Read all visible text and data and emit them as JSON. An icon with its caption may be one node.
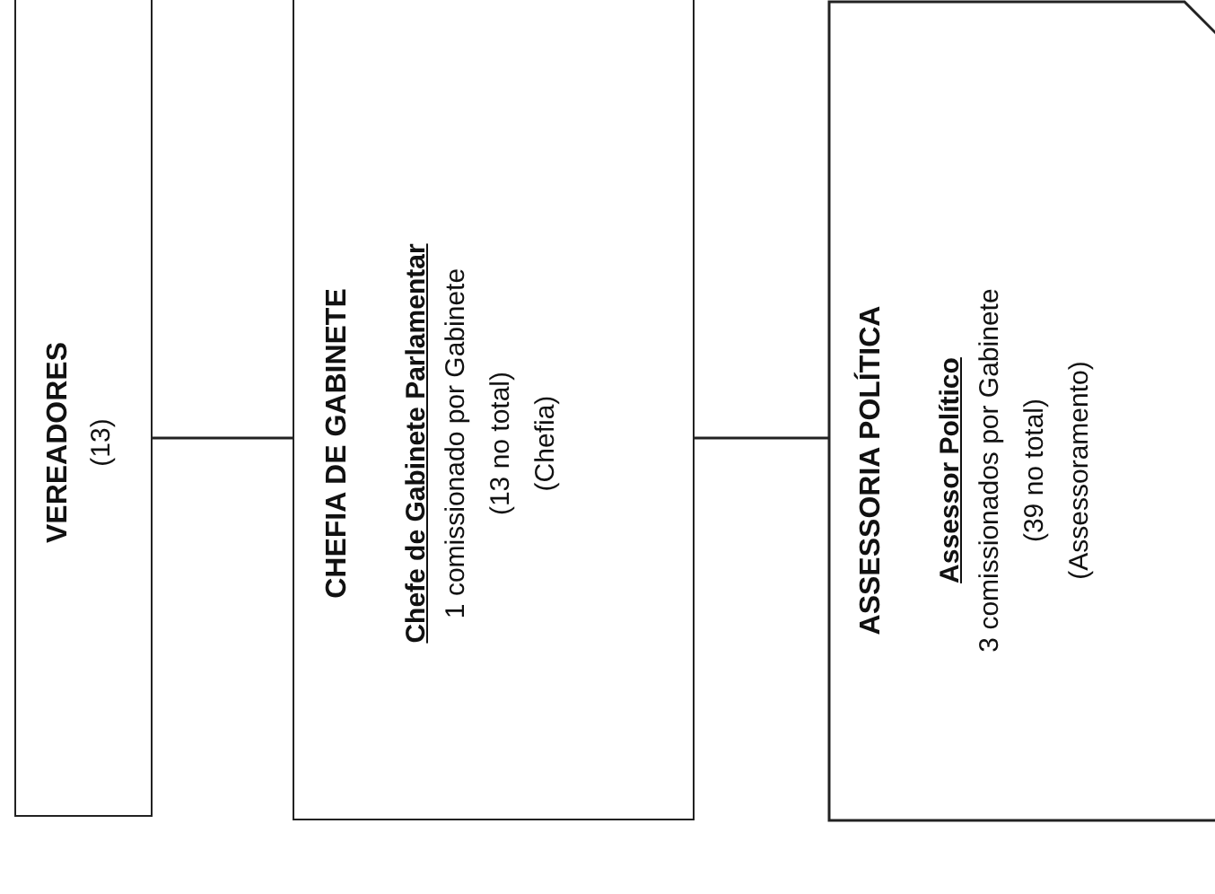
{
  "diagram": {
    "nodes": [
      {
        "text": [
          "VEREADORES",
          "(13)"
        ]
      },
      {
        "text": [
          "CHEFIA DE GABINETE",
          "Chefe de Gabinete Parlamentar",
          "1 comissionado por Gabinete",
          "(13 no total)",
          "(Chefia)"
        ]
      },
      {
        "text": [
          "ASSESSORIA POLÍTICA",
          "Assessor Político",
          "3 comissionados por Gabinete",
          "(39 no total)",
          "(Assessoramento)"
        ]
      }
    ],
    "edges": [
      {
        "from": 0,
        "to": 1,
        "arrow": "none"
      },
      {
        "from": 1,
        "to": 2,
        "arrow": "none"
      }
    ]
  }
}
